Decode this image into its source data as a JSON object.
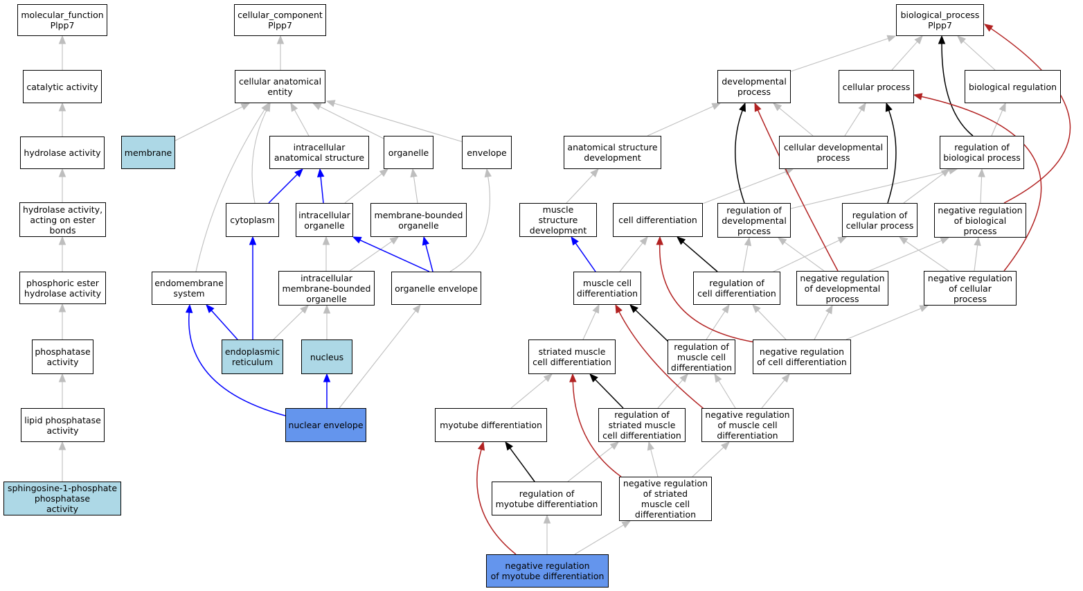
{
  "colors": {
    "node_default": "#ffffff",
    "node_annotated": "#add8e6",
    "node_highlighted": "#6495ed",
    "edge_is_a": "#bebebe",
    "edge_part_of": "#0000ff",
    "edge_regulates": "#000000",
    "edge_negatively_regulates": "#b22222"
  },
  "nodes": [
    {
      "id": "mf",
      "label": "molecular_function\nPlpp7",
      "fill": "node_default"
    },
    {
      "id": "catalytic",
      "label": "catalytic activity",
      "fill": "node_default"
    },
    {
      "id": "hydrolase",
      "label": "hydrolase activity",
      "fill": "node_default"
    },
    {
      "id": "hydrolase_ester",
      "label": "hydrolase activity,\nacting on ester\nbonds",
      "fill": "node_default"
    },
    {
      "id": "phosphoric",
      "label": "phosphoric ester\nhydrolase activity",
      "fill": "node_default"
    },
    {
      "id": "phosphatase",
      "label": "phosphatase\nactivity",
      "fill": "node_default"
    },
    {
      "id": "lipid_phosphatase",
      "label": "lipid phosphatase\nactivity",
      "fill": "node_default"
    },
    {
      "id": "s1p",
      "label": "sphingosine-1-phosphate\nphosphatase\nactivity",
      "fill": "node_annotated"
    },
    {
      "id": "cc",
      "label": "cellular_component\nPlpp7",
      "fill": "node_default"
    },
    {
      "id": "cae",
      "label": "cellular anatomical\nentity",
      "fill": "node_default"
    },
    {
      "id": "membrane",
      "label": "membrane",
      "fill": "node_annotated"
    },
    {
      "id": "ias",
      "label": "intracellular\nanatomical structure",
      "fill": "node_default"
    },
    {
      "id": "organelle",
      "label": "organelle",
      "fill": "node_default"
    },
    {
      "id": "envelope",
      "label": "envelope",
      "fill": "node_default"
    },
    {
      "id": "cytoplasm",
      "label": "cytoplasm",
      "fill": "node_default"
    },
    {
      "id": "io",
      "label": "intracellular\norganelle",
      "fill": "node_default"
    },
    {
      "id": "mbo",
      "label": "membrane-bounded\norganelle",
      "fill": "node_default"
    },
    {
      "id": "endomembrane",
      "label": "endomembrane\nsystem",
      "fill": "node_default"
    },
    {
      "id": "imbo",
      "label": "intracellular\nmembrane-bounded\norganelle",
      "fill": "node_default"
    },
    {
      "id": "oe",
      "label": "organelle envelope",
      "fill": "node_default"
    },
    {
      "id": "er",
      "label": "endoplasmic\nreticulum",
      "fill": "node_annotated"
    },
    {
      "id": "nucleus",
      "label": "nucleus",
      "fill": "node_annotated"
    },
    {
      "id": "ne",
      "label": "nuclear envelope",
      "fill": "node_highlighted"
    },
    {
      "id": "bp",
      "label": "biological_process\nPlpp7",
      "fill": "node_default"
    },
    {
      "id": "dev",
      "label": "developmental\nprocess",
      "fill": "node_default"
    },
    {
      "id": "cp",
      "label": "cellular process",
      "fill": "node_default"
    },
    {
      "id": "br",
      "label": "biological regulation",
      "fill": "node_default"
    },
    {
      "id": "asd",
      "label": "anatomical structure\ndevelopment",
      "fill": "node_default"
    },
    {
      "id": "cdp",
      "label": "cellular developmental\nprocess",
      "fill": "node_default"
    },
    {
      "id": "rbp",
      "label": "regulation of\nbiological process",
      "fill": "node_default"
    },
    {
      "id": "msd",
      "label": "muscle structure\ndevelopment",
      "fill": "node_default"
    },
    {
      "id": "celldiff",
      "label": "cell differentiation",
      "fill": "node_default"
    },
    {
      "id": "rdp",
      "label": "regulation of\ndevelopmental\nprocess",
      "fill": "node_default"
    },
    {
      "id": "rcp",
      "label": "regulation of\ncellular process",
      "fill": "node_default"
    },
    {
      "id": "nrbp",
      "label": "negative regulation\nof biological\nprocess",
      "fill": "node_default"
    },
    {
      "id": "mcd",
      "label": "muscle cell\ndifferentiation",
      "fill": "node_default"
    },
    {
      "id": "rcd",
      "label": "regulation of\ncell differentiation",
      "fill": "node_default"
    },
    {
      "id": "nrdp",
      "label": "negative regulation\nof developmental\nprocess",
      "fill": "node_default"
    },
    {
      "id": "nrcp",
      "label": "negative regulation\nof cellular\nprocess",
      "fill": "node_default"
    },
    {
      "id": "smcd",
      "label": "striated muscle\ncell differentiation",
      "fill": "node_default"
    },
    {
      "id": "rmcd",
      "label": "regulation of\nmuscle cell\ndifferentiation",
      "fill": "node_default"
    },
    {
      "id": "nrcd",
      "label": "negative regulation\nof cell differentiation",
      "fill": "node_default"
    },
    {
      "id": "myotube",
      "label": "myotube differentiation",
      "fill": "node_default"
    },
    {
      "id": "rsmcd",
      "label": "regulation of\nstriated muscle\ncell differentiation",
      "fill": "node_default"
    },
    {
      "id": "nrmcd",
      "label": "negative regulation\nof muscle cell\ndifferentiation",
      "fill": "node_default"
    },
    {
      "id": "rmd",
      "label": "regulation of\nmyotube differentiation",
      "fill": "node_default"
    },
    {
      "id": "nrsmcd",
      "label": "negative regulation\nof striated\nmuscle cell\ndifferentiation",
      "fill": "node_default"
    },
    {
      "id": "nrmd",
      "label": "negative regulation\nof myotube differentiation",
      "fill": "node_highlighted"
    }
  ],
  "edges": [
    {
      "from": "catalytic",
      "to": "mf",
      "type": "edge_is_a"
    },
    {
      "from": "hydrolase",
      "to": "catalytic",
      "type": "edge_is_a"
    },
    {
      "from": "hydrolase_ester",
      "to": "hydrolase",
      "type": "edge_is_a"
    },
    {
      "from": "phosphoric",
      "to": "hydrolase_ester",
      "type": "edge_is_a"
    },
    {
      "from": "phosphatase",
      "to": "phosphoric",
      "type": "edge_is_a"
    },
    {
      "from": "lipid_phosphatase",
      "to": "phosphatase",
      "type": "edge_is_a"
    },
    {
      "from": "s1p",
      "to": "lipid_phosphatase",
      "type": "edge_is_a"
    },
    {
      "from": "cae",
      "to": "cc",
      "type": "edge_is_a"
    },
    {
      "from": "membrane",
      "to": "cae",
      "type": "edge_is_a"
    },
    {
      "from": "ias",
      "to": "cae",
      "type": "edge_is_a"
    },
    {
      "from": "organelle",
      "to": "cae",
      "type": "edge_is_a"
    },
    {
      "from": "envelope",
      "to": "cae",
      "type": "edge_is_a"
    },
    {
      "from": "cytoplasm",
      "to": "cae",
      "type": "edge_is_a"
    },
    {
      "from": "endomembrane",
      "to": "cae",
      "type": "edge_is_a"
    },
    {
      "from": "cytoplasm",
      "to": "ias",
      "type": "edge_part_of"
    },
    {
      "from": "io",
      "to": "ias",
      "type": "edge_part_of"
    },
    {
      "from": "io",
      "to": "organelle",
      "type": "edge_is_a"
    },
    {
      "from": "mbo",
      "to": "organelle",
      "type": "edge_is_a"
    },
    {
      "from": "imbo",
      "to": "io",
      "type": "edge_is_a"
    },
    {
      "from": "imbo",
      "to": "mbo",
      "type": "edge_is_a"
    },
    {
      "from": "oe",
      "to": "io",
      "type": "edge_part_of"
    },
    {
      "from": "oe",
      "to": "mbo",
      "type": "edge_part_of"
    },
    {
      "from": "oe",
      "to": "envelope",
      "type": "edge_is_a"
    },
    {
      "from": "er",
      "to": "cytoplasm",
      "type": "edge_part_of"
    },
    {
      "from": "er",
      "to": "endomembrane",
      "type": "edge_part_of"
    },
    {
      "from": "er",
      "to": "imbo",
      "type": "edge_is_a"
    },
    {
      "from": "nucleus",
      "to": "imbo",
      "type": "edge_is_a"
    },
    {
      "from": "ne",
      "to": "nucleus",
      "type": "edge_part_of"
    },
    {
      "from": "ne",
      "to": "endomembrane",
      "type": "edge_part_of"
    },
    {
      "from": "ne",
      "to": "oe",
      "type": "edge_is_a"
    },
    {
      "from": "dev",
      "to": "bp",
      "type": "edge_is_a"
    },
    {
      "from": "cp",
      "to": "bp",
      "type": "edge_is_a"
    },
    {
      "from": "br",
      "to": "bp",
      "type": "edge_is_a"
    },
    {
      "from": "asd",
      "to": "dev",
      "type": "edge_is_a"
    },
    {
      "from": "cdp",
      "to": "dev",
      "type": "edge_is_a"
    },
    {
      "from": "cdp",
      "to": "cp",
      "type": "edge_is_a"
    },
    {
      "from": "rbp",
      "to": "br",
      "type": "edge_is_a"
    },
    {
      "from": "rbp",
      "to": "bp",
      "type": "edge_regulates"
    },
    {
      "from": "msd",
      "to": "asd",
      "type": "edge_is_a"
    },
    {
      "from": "celldiff",
      "to": "cdp",
      "type": "edge_is_a"
    },
    {
      "from": "rdp",
      "to": "rbp",
      "type": "edge_is_a"
    },
    {
      "from": "rdp",
      "to": "dev",
      "type": "edge_regulates"
    },
    {
      "from": "rcp",
      "to": "rbp",
      "type": "edge_is_a"
    },
    {
      "from": "rcp",
      "to": "cp",
      "type": "edge_regulates"
    },
    {
      "from": "nrbp",
      "to": "rbp",
      "type": "edge_is_a"
    },
    {
      "from": "nrbp",
      "to": "bp",
      "type": "edge_negatively_regulates"
    },
    {
      "from": "mcd",
      "to": "msd",
      "type": "edge_part_of"
    },
    {
      "from": "mcd",
      "to": "celldiff",
      "type": "edge_is_a"
    },
    {
      "from": "rcd",
      "to": "rdp",
      "type": "edge_is_a"
    },
    {
      "from": "rcd",
      "to": "rcp",
      "type": "edge_is_a"
    },
    {
      "from": "rcd",
      "to": "celldiff",
      "type": "edge_regulates"
    },
    {
      "from": "nrdp",
      "to": "rdp",
      "type": "edge_is_a"
    },
    {
      "from": "nrdp",
      "to": "nrbp",
      "type": "edge_is_a"
    },
    {
      "from": "nrdp",
      "to": "dev",
      "type": "edge_negatively_regulates"
    },
    {
      "from": "nrcp",
      "to": "rcp",
      "type": "edge_is_a"
    },
    {
      "from": "nrcp",
      "to": "nrbp",
      "type": "edge_is_a"
    },
    {
      "from": "nrcp",
      "to": "cp",
      "type": "edge_negatively_regulates"
    },
    {
      "from": "smcd",
      "to": "mcd",
      "type": "edge_is_a"
    },
    {
      "from": "rmcd",
      "to": "rcd",
      "type": "edge_is_a"
    },
    {
      "from": "rmcd",
      "to": "mcd",
      "type": "edge_regulates"
    },
    {
      "from": "nrcd",
      "to": "rcd",
      "type": "edge_is_a"
    },
    {
      "from": "nrcd",
      "to": "nrdp",
      "type": "edge_is_a"
    },
    {
      "from": "nrcd",
      "to": "nrcp",
      "type": "edge_is_a"
    },
    {
      "from": "nrcd",
      "to": "celldiff",
      "type": "edge_negatively_regulates"
    },
    {
      "from": "myotube",
      "to": "smcd",
      "type": "edge_is_a"
    },
    {
      "from": "rsmcd",
      "to": "rmcd",
      "type": "edge_is_a"
    },
    {
      "from": "rsmcd",
      "to": "smcd",
      "type": "edge_regulates"
    },
    {
      "from": "nrmcd",
      "to": "rmcd",
      "type": "edge_is_a"
    },
    {
      "from": "nrmcd",
      "to": "nrcd",
      "type": "edge_is_a"
    },
    {
      "from": "nrmcd",
      "to": "mcd",
      "type": "edge_negatively_regulates"
    },
    {
      "from": "rmd",
      "to": "rsmcd",
      "type": "edge_is_a"
    },
    {
      "from": "rmd",
      "to": "myotube",
      "type": "edge_regulates"
    },
    {
      "from": "nrsmcd",
      "to": "rsmcd",
      "type": "edge_is_a"
    },
    {
      "from": "nrsmcd",
      "to": "nrmcd",
      "type": "edge_is_a"
    },
    {
      "from": "nrsmcd",
      "to": "smcd",
      "type": "edge_negatively_regulates"
    },
    {
      "from": "nrmd",
      "to": "rmd",
      "type": "edge_is_a"
    },
    {
      "from": "nrmd",
      "to": "nrsmcd",
      "type": "edge_is_a"
    },
    {
      "from": "nrmd",
      "to": "myotube",
      "type": "edge_negatively_regulates"
    }
  ]
}
